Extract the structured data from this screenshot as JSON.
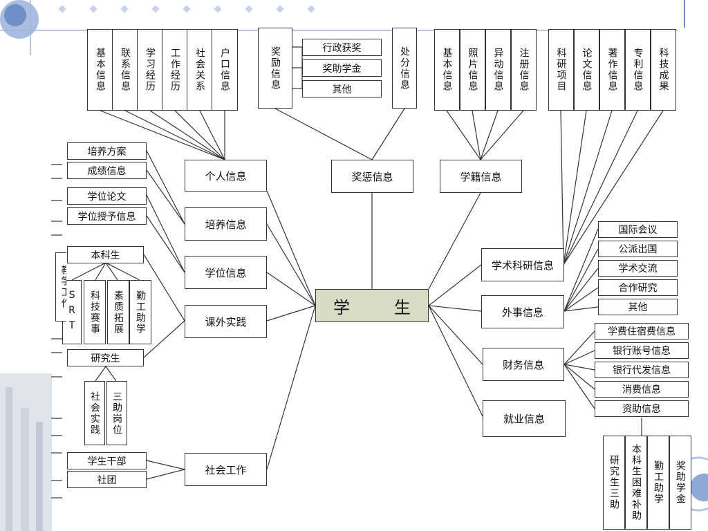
{
  "center": "学　生",
  "personal": {
    "label": "个人信息",
    "items": [
      "基本信息",
      "联系信息",
      "学习经历",
      "工作经历",
      "社会关系",
      "户口信息"
    ]
  },
  "rewards": {
    "label": "奖惩信息",
    "reward": "奖励信息",
    "punish": "处分信息",
    "reward_sub": [
      "行政获奖",
      "奖助学金",
      "其他"
    ]
  },
  "enroll": {
    "label": "学籍信息",
    "items": [
      "基本信息",
      "照片信息",
      "异动信息",
      "注册信息"
    ]
  },
  "research": {
    "label": "学术科研信息",
    "items": [
      "科研项目",
      "论文信息",
      "著作信息",
      "专利信息",
      "科技成果"
    ]
  },
  "training": {
    "label": "培养信息",
    "items": [
      "培养方案",
      "成绩信息"
    ]
  },
  "degree": {
    "label": "学位信息",
    "items": [
      "学位论文",
      "学位授予信息"
    ]
  },
  "extra": {
    "label": "课外实践",
    "undergrad": "本科生",
    "undergrad_items": [
      "SRT",
      "科技赛事",
      "素质拓展",
      "勤工助学"
    ],
    "grad": "研究生",
    "grad_items": [
      "社会实践",
      "三助岗位"
    ]
  },
  "social": {
    "label": "社会工作",
    "items": [
      "学生干部",
      "社团"
    ]
  },
  "foreign": {
    "label": "外事信息",
    "items": [
      "国际会议",
      "公派出国",
      "学术交流",
      "合作研究",
      "其他"
    ]
  },
  "finance": {
    "label": "财务信息",
    "items": [
      "学费住宿费信息",
      "银行账号信息",
      "银行代发信息",
      "消费信息",
      "资助信息"
    ],
    "aid_items": [
      "研究生三助",
      "本科生困难补助",
      "勤工助学",
      "奖助学金"
    ]
  },
  "employment": {
    "label": "就业信息"
  },
  "hidden_fragment": "教学工作"
}
